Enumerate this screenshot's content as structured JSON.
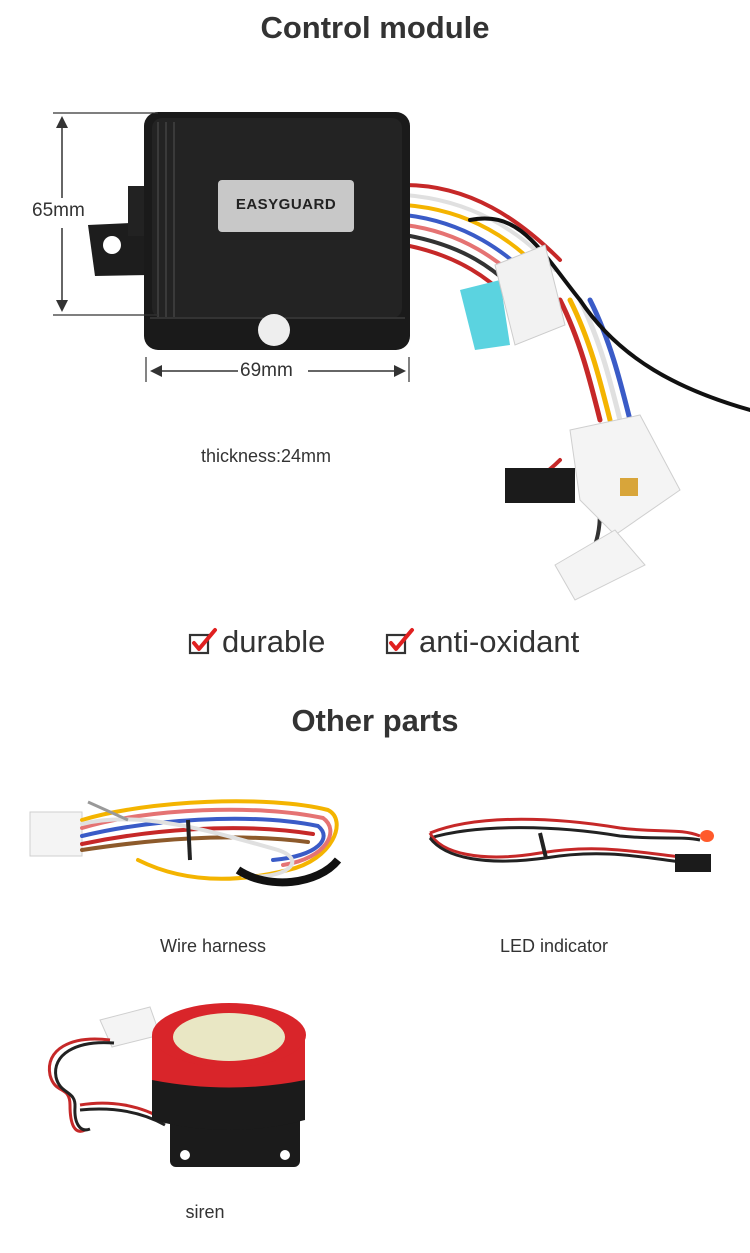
{
  "sections": {
    "control_title": "Control module",
    "other_title": "Other parts"
  },
  "module": {
    "brand_label": "EASYGUARD",
    "height_label": "65mm",
    "width_label": "69mm",
    "thickness_label": "thickness:24mm"
  },
  "features": [
    {
      "label": "durable",
      "icon": "checkbox-checked-icon"
    },
    {
      "label": "anti-oxidant",
      "icon": "checkbox-checked-icon"
    }
  ],
  "parts": [
    {
      "caption": "Wire harness"
    },
    {
      "caption": "LED indicator"
    },
    {
      "caption": "siren"
    }
  ],
  "colors": {
    "module_body": "#1a1a1a",
    "check_red": "#e02020",
    "text": "#333333",
    "fuse": "#5bd3e0",
    "siren_red": "#d9252a",
    "siren_face": "#e9e7c4"
  }
}
